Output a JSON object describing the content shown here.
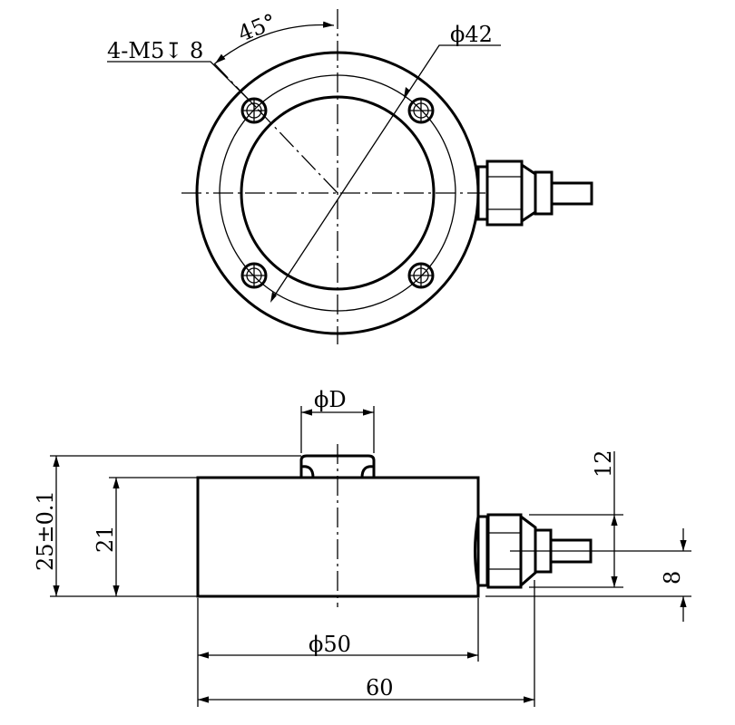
{
  "top_view": {
    "thread_label": "4-M5↧ 8",
    "angle_label": "45°",
    "bolt_circle_label": "ϕ42"
  },
  "side_view": {
    "pad_diameter_label": "ϕD",
    "total_height_label": "25±0.1",
    "body_height_label": "21",
    "body_diameter_label": "ϕ50",
    "overall_width_label": "60",
    "connector_height_label": "12",
    "connector_offset_label": "8"
  }
}
